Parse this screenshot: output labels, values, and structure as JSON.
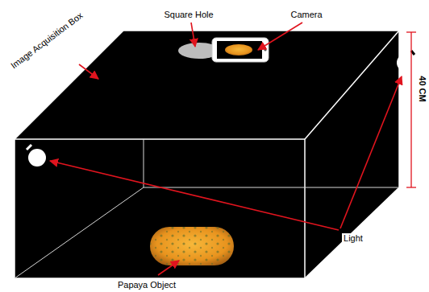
{
  "diagram": {
    "labels": [
      "Square Hole",
      "Camera",
      "Image Acquisition Box",
      "40 CM",
      "Light",
      "Papaya Object"
    ]
  }
}
